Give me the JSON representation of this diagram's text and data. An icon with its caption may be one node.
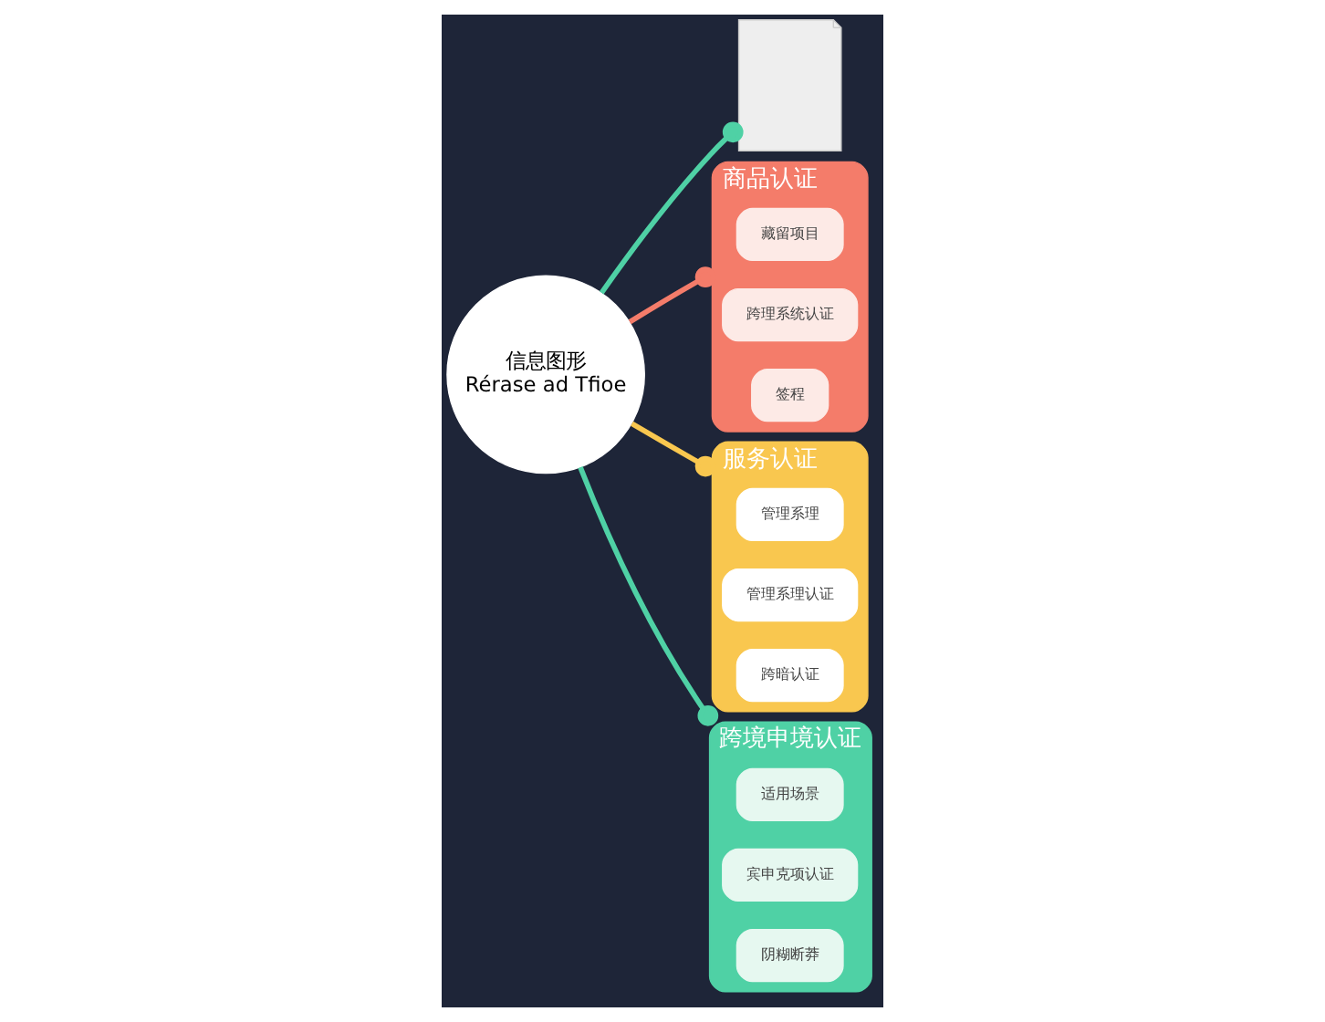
{
  "diagram": {
    "nodes": [
      {
        "text": [],
        "shape": "picture"
      },
      {
        "text": [
          "信息图形",
          "Rérase ad Tfioe"
        ]
      },
      {
        "text": [
          "商品认证"
        ]
      },
      {
        "text": [
          "藏留项目"
        ],
        "in": 2
      },
      {
        "text": [
          "跨理系统认证"
        ],
        "in": 2
      },
      {
        "text": [
          "签程"
        ],
        "in": 2
      },
      {
        "text": [
          "服务认证"
        ]
      },
      {
        "text": [
          "管理系理"
        ],
        "in": 6
      },
      {
        "text": [
          "管理系理认证"
        ],
        "in": 6
      },
      {
        "text": [
          "跨暗认证"
        ],
        "in": 6
      },
      {
        "text": [
          "跨境申境认证"
        ]
      },
      {
        "text": [
          "适用场景"
        ],
        "in": 10
      },
      {
        "text": [
          "宾申克项认证"
        ],
        "in": 10
      },
      {
        "text": [
          "阴糊断莽"
        ],
        "in": 10
      }
    ],
    "edges": [
      {
        "from": 1,
        "to": 0,
        "arrow": "other",
        "color": "#4fd1a5"
      },
      {
        "from": 1,
        "to": 2,
        "arrow": "other",
        "color": "#f47c6a"
      },
      {
        "from": 1,
        "to": 6,
        "arrow": "other",
        "color": "#f9c74f"
      },
      {
        "from": 1,
        "to": 10,
        "arrow": "other",
        "color": "#4fd1a5"
      }
    ]
  }
}
